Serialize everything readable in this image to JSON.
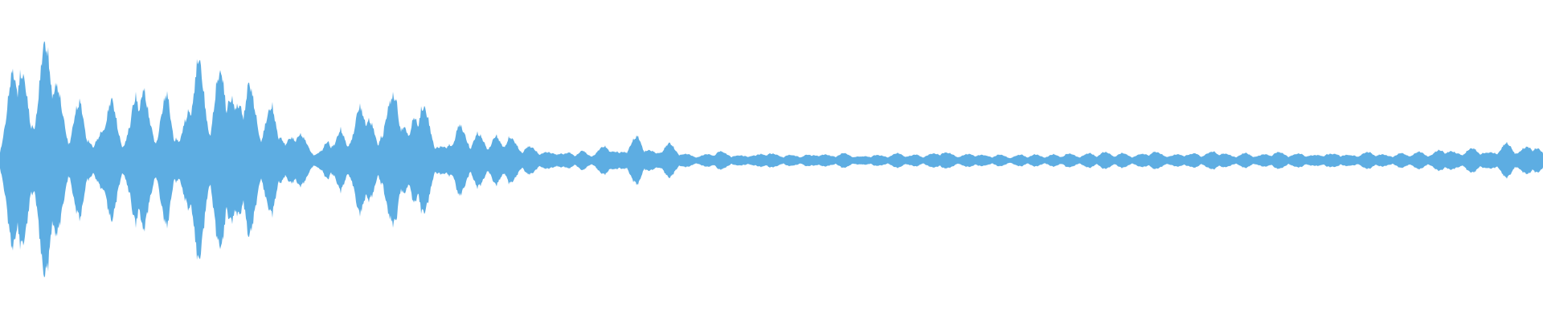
{
  "waveform": {
    "color": "#5dade2",
    "background": "#ffffff",
    "envelope": [
      0.12,
      0.35,
      0.78,
      0.95,
      0.62,
      0.3,
      0.55,
      0.9,
      0.99,
      0.72,
      0.4,
      0.2,
      0.38,
      0.48,
      0.28,
      0.1,
      0.2,
      0.45,
      0.5,
      0.3,
      0.15,
      0.28,
      0.65,
      0.7,
      0.35,
      0.2,
      0.4,
      0.55,
      0.3,
      0.15,
      0.35,
      0.68,
      0.85,
      0.55,
      0.3,
      0.62,
      0.8,
      0.6,
      0.4,
      0.55,
      0.7,
      0.45,
      0.25,
      0.35,
      0.45,
      0.3,
      0.12,
      0.2,
      0.28,
      0.18,
      0.1,
      0.06,
      0.08,
      0.2,
      0.15,
      0.25,
      0.18,
      0.22,
      0.45,
      0.5,
      0.3,
      0.12,
      0.4,
      0.48,
      0.55,
      0.35,
      0.18,
      0.45,
      0.5,
      0.35,
      0.18,
      0.12,
      0.1,
      0.2,
      0.3,
      0.22,
      0.16,
      0.22,
      0.18,
      0.14,
      0.2,
      0.15,
      0.22,
      0.15,
      0.1,
      0.12,
      0.1,
      0.08,
      0.07,
      0.06,
      0.08,
      0.05,
      0.07,
      0.06,
      0.08,
      0.05,
      0.06,
      0.1,
      0.14,
      0.08,
      0.06,
      0.1,
      0.16,
      0.2,
      0.12,
      0.08,
      0.06,
      0.12,
      0.14,
      0.1,
      0.06,
      0.05,
      0.04,
      0.04,
      0.05,
      0.06,
      0.08,
      0.06,
      0.05,
      0.04,
      0.04,
      0.05,
      0.04,
      0.06,
      0.07,
      0.05,
      0.04,
      0.05,
      0.04,
      0.04,
      0.05,
      0.04,
      0.06,
      0.05,
      0.04,
      0.05,
      0.06,
      0.05,
      0.04,
      0.03,
      0.04,
      0.05,
      0.04,
      0.04,
      0.05,
      0.06,
      0.05,
      0.04,
      0.05,
      0.04,
      0.05,
      0.06,
      0.08,
      0.06,
      0.05,
      0.04,
      0.05,
      0.06,
      0.05,
      0.04,
      0.04,
      0.05,
      0.04,
      0.03,
      0.04,
      0.05,
      0.04,
      0.05,
      0.04,
      0.04,
      0.05,
      0.04,
      0.06,
      0.05,
      0.04,
      0.05,
      0.06,
      0.05,
      0.07,
      0.06,
      0.05,
      0.06,
      0.05,
      0.04,
      0.05,
      0.06,
      0.08,
      0.06,
      0.05,
      0.04,
      0.05,
      0.06,
      0.05,
      0.06,
      0.05,
      0.06,
      0.08,
      0.07,
      0.05,
      0.04,
      0.05,
      0.06,
      0.05,
      0.04,
      0.05,
      0.06,
      0.07,
      0.06,
      0.05,
      0.05,
      0.06,
      0.05,
      0.04,
      0.05,
      0.06,
      0.05,
      0.06,
      0.05,
      0.04,
      0.05,
      0.06,
      0.07,
      0.06,
      0.05,
      0.04,
      0.05,
      0.06,
      0.05,
      0.06,
      0.07,
      0.06,
      0.05,
      0.08,
      0.1,
      0.08,
      0.06,
      0.07,
      0.09,
      0.1,
      0.08,
      0.06,
      0.07,
      0.1,
      0.14,
      0.12,
      0.07,
      0.1,
      0.14,
      0.11,
      0.06
    ]
  }
}
